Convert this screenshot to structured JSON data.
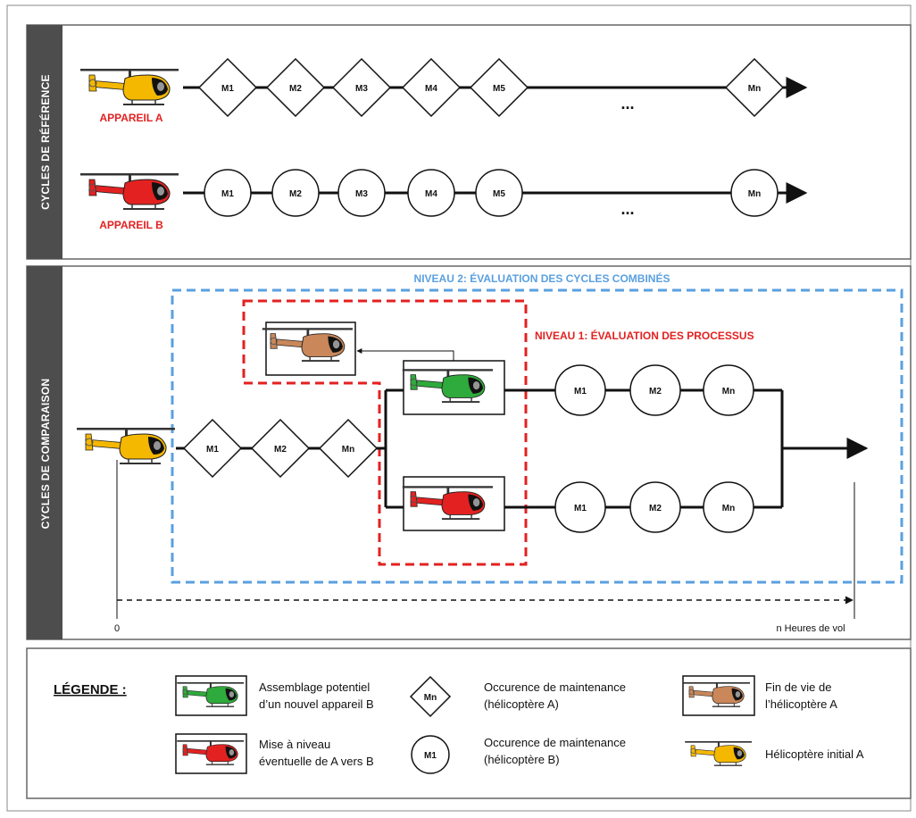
{
  "reference": {
    "section_label": "CYCLES DE RÉFÉRENCE",
    "aircraft_a_label": "APPAREIL A",
    "aircraft_b_label": "APPAREIL B",
    "row_a_nodes": [
      "M1",
      "M2",
      "M3",
      "M4",
      "M5",
      "Mn"
    ],
    "row_b_nodes": [
      "M1",
      "M2",
      "M3",
      "M4",
      "M5",
      "Mn"
    ],
    "ellipsis": "..."
  },
  "comparison": {
    "section_label": "CYCLES DE COMPARAISON",
    "level2_label": "NIVEAU 2: ÉVALUATION DES CYCLES COMBINÉS",
    "level1_label": "NIVEAU 1: ÉVALUATION DES PROCESSUS",
    "pre_nodes": [
      "M1",
      "M2",
      "Mn"
    ],
    "upper_nodes": [
      "M1",
      "M2",
      "Mn"
    ],
    "lower_nodes": [
      "M1",
      "M2",
      "Mn"
    ],
    "axis_start": "0",
    "axis_end": "n Heures de vol"
  },
  "legend": {
    "title": "LÉGENDE :",
    "green_line1": "Assemblage potentiel",
    "green_line2": "d’un nouvel appareil B",
    "red_line1": "Mise à niveau",
    "red_line2": "éventuelle de A vers B",
    "diamond_symbol": "Mn",
    "diamond_line1": "Occurence de maintenance",
    "diamond_line2": "(hélicoptère A)",
    "circle_symbol": "M1",
    "circle_line1": "Occurence de maintenance",
    "circle_line2": "(hélicoptère B)",
    "orange_line1": "Fin de vie de",
    "orange_line2": "l’hélicoptère A",
    "yellow_text": "Hélicoptère initial A"
  },
  "colors": {
    "helicopter_a": "#f5b800",
    "helicopter_b": "#e32121",
    "helicopter_new_b": "#2faa3c",
    "helicopter_end_of_life": "#c9875a",
    "level2_border": "#5aa0e0",
    "level1_border": "#e32121",
    "section_bar": "#4d4d4d"
  }
}
